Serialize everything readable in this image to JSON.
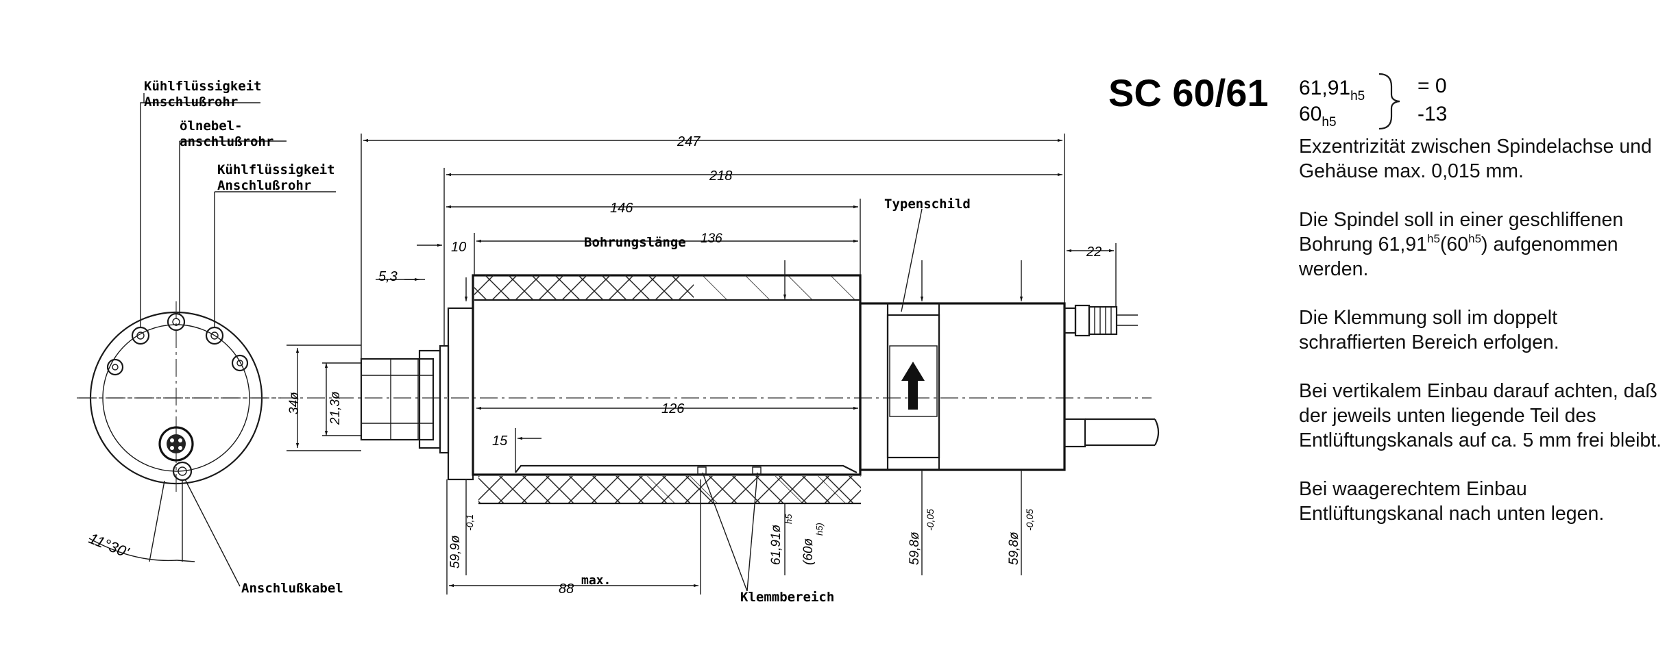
{
  "model": "SC 60/61",
  "tolerance": {
    "line1_value": "61,91",
    "line1_fit": "h5",
    "line2_value": "60",
    "line2_fit": "h5",
    "upper": "= 0",
    "lower": "-13"
  },
  "callouts": {
    "coolant_1_line1": "Kühlflüssigkeit",
    "coolant_1_line2": "Anschlußrohr",
    "oilmist_line1": "ölnebel-",
    "oilmist_line2": "anschlußrohr",
    "coolant_2_line1": "Kühlflüssigkeit",
    "coolant_2_line2": "Anschlußrohr",
    "cable": "Anschlußkabel",
    "nameplate": "Typenschild",
    "bore_length": "Bohrungslänge",
    "clamp_area": "Klemmbereich",
    "max": "max."
  },
  "dimensions": {
    "d247": "247",
    "d218": "218",
    "d146": "146",
    "d136": "136",
    "d10": "10",
    "d5_3": "5,3",
    "d22": "22",
    "d126": "126",
    "d15": "15",
    "d88": "88",
    "d34": "34ø",
    "d21_3": "21,3ø",
    "d59_9": "59,9ø",
    "d59_9_tol": "-0,1",
    "d61_91": "61,91ø",
    "d61_91_fit": "h5",
    "d60": "(60ø",
    "d60_fit": "h5)",
    "d59_8a": "59,8ø",
    "d59_8a_tol": "-0,05",
    "d59_8b": "59,8ø",
    "d59_8b_tol": "-0,05",
    "angle": "11°30'"
  },
  "notes": {
    "eccentricity": "Exzentrizität zwischen Spindelachse und Gehäuse max. 0,015 mm.",
    "bore_pre": "Die Spindel soll in einer geschliffenen Bohrung 61,91",
    "bore_fit1": "h5",
    "bore_mid": "(60",
    "bore_fit2": "h5",
    "bore_post": ") aufgenommen werden.",
    "clamping": "Die Klemmung soll im doppelt schraffierten Bereich erfolgen.",
    "vertical": "Bei vertikalem Einbau darauf achten, daß der jeweils unten liegende Teil des Entlüftungskanals auf ca. 5 mm frei bleibt.",
    "horizontal": "Bei waagerechtem Einbau Entlüftungskanal nach unten legen."
  }
}
